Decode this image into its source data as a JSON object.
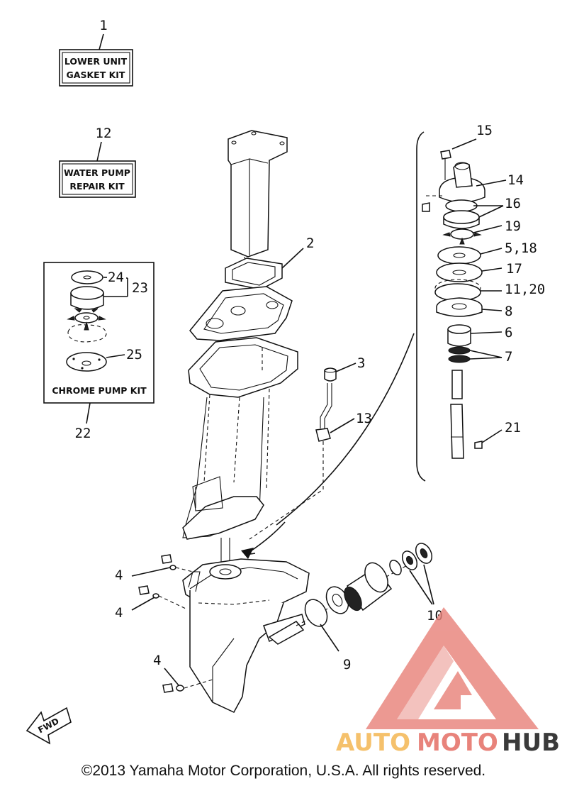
{
  "kits": {
    "lower_unit": {
      "number": "1",
      "line1": "LOWER UNIT",
      "line2": "GASKET KIT"
    },
    "water_pump": {
      "number": "12",
      "line1": "WATER PUMP",
      "line2": "REPAIR KIT"
    },
    "chrome_pump": {
      "number": "22",
      "title": "CHROME PUMP KIT",
      "parts": [
        "24",
        "23",
        "25"
      ]
    }
  },
  "callouts": {
    "p2": "2",
    "p3": "3",
    "p13": "13",
    "p15": "15",
    "p14": "14",
    "p16": "16",
    "p19": "19",
    "p5_18": "5,18",
    "p17": "17",
    "p11_20": "11,20",
    "p8": "8",
    "p6": "6",
    "p7": "7",
    "p21": "21",
    "p4a": "4",
    "p4b": "4",
    "p4c": "4",
    "p9": "9",
    "p10": "10"
  },
  "fwd": "FWD",
  "watermark": {
    "part1": "AUTO",
    "part2": "MOTO",
    "part3": "HUB",
    "color1": "#f5c16c",
    "color2": "#e8837b",
    "color3": "#3a3a3a"
  },
  "copyright": "©2013 Yamaha Motor Corporation, U.S.A. All rights reserved."
}
